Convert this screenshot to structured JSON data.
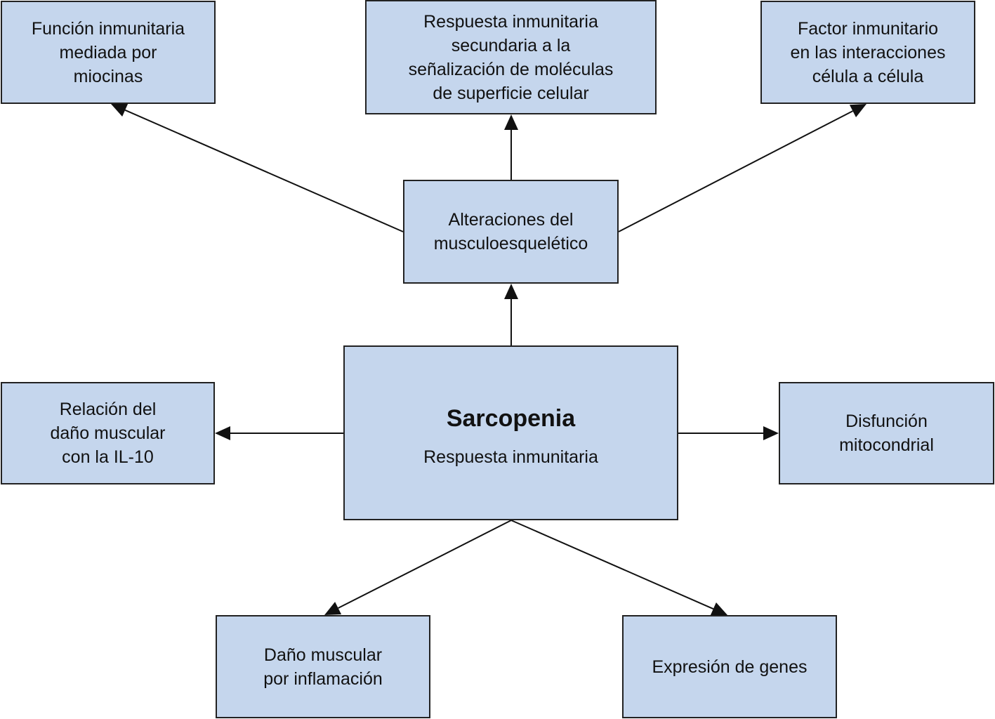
{
  "diagram": {
    "colors": {
      "node_fill": "#c5d6ed",
      "node_border": "#222222",
      "edge": "#111111",
      "text": "#111111",
      "background": "#ffffff"
    },
    "nodes": {
      "center": {
        "title": "Sarcopenia",
        "subtitle": "Respuesta inmunitaria"
      },
      "mid": {
        "lines": [
          "Alteraciones del",
          "musculoesquelético"
        ]
      },
      "top_left": {
        "lines": [
          "Función inmunitaria",
          "mediada por",
          "miocinas"
        ]
      },
      "top_center": {
        "lines": [
          "Respuesta inmunitaria",
          "secundaria a la",
          "señalización de moléculas",
          "de superficie celular"
        ]
      },
      "top_right": {
        "lines": [
          "Factor inmunitario",
          "en las interacciones",
          "célula a célula"
        ]
      },
      "left": {
        "lines": [
          "Relación del",
          "daño muscular",
          "con la IL-10"
        ]
      },
      "right": {
        "lines": [
          "Disfunción",
          "mitocondrial"
        ]
      },
      "bottom_left": {
        "lines": [
          "Daño muscular",
          "por inflamación"
        ]
      },
      "bottom_right": {
        "lines": [
          "Expresión de genes"
        ]
      }
    },
    "edges": [
      {
        "from": "center",
        "to": "mid",
        "directed": true
      },
      {
        "from": "mid",
        "to": "top_left",
        "directed": true
      },
      {
        "from": "mid",
        "to": "top_center",
        "directed": true
      },
      {
        "from": "mid",
        "to": "top_right",
        "directed": true
      },
      {
        "from": "center",
        "to": "left",
        "directed": true
      },
      {
        "from": "center",
        "to": "right",
        "directed": true
      },
      {
        "from": "center",
        "to": "bottom_left",
        "directed": true
      },
      {
        "from": "center",
        "to": "bottom_right",
        "directed": true
      }
    ]
  }
}
